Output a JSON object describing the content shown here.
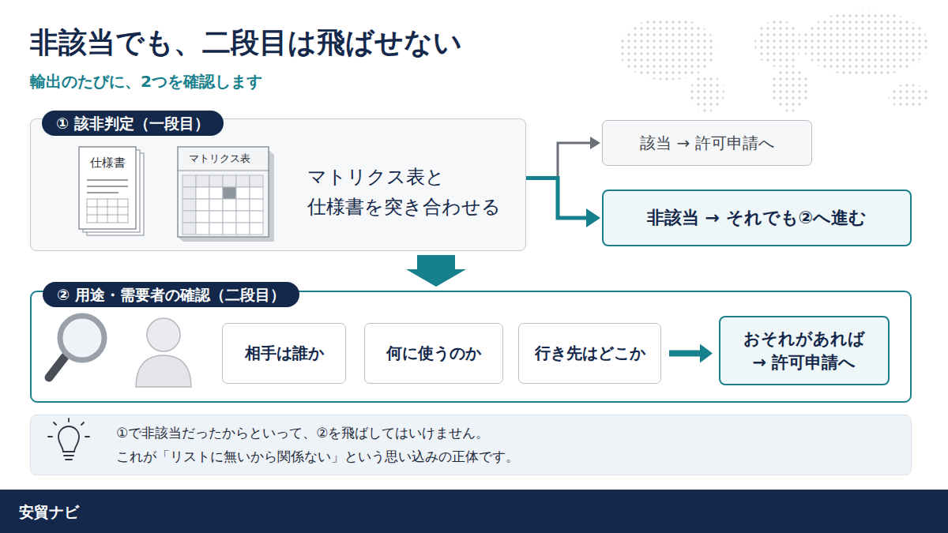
{
  "diagram": {
    "title": "非該当でも、二段目は飛ばせない",
    "nodes": [
      {
        "text": [
          "① 該非判定（一段目）",
          "マトリクス表と 仕様書を突き合わせる"
        ]
      },
      {
        "text": [
          "該当 → 許可申請へ"
        ]
      },
      {
        "text": [
          "非該当 → それでも②へ進む"
        ]
      },
      {
        "text": [
          "② 用途・需要者の確認（二段目）"
        ]
      },
      {
        "text": [
          "相手は誰か"
        ],
        "in": 3
      },
      {
        "text": [
          "何に使うのか"
        ],
        "in": 3
      },
      {
        "text": [
          "行き先はどこか"
        ],
        "in": 3
      },
      {
        "text": [
          "おそれがあれば → 許可申請へ"
        ],
        "in": 3
      },
      {
        "text": [
          "①で非該当だったからといって、②を飛ばしてはいけません。",
          "これが「リストに無いから関係ない」という思い込みの正体です。"
        ]
      }
    ],
    "edges": [
      {
        "from": 0,
        "to": 1,
        "arrow": "to"
      },
      {
        "from": 0,
        "to": 2,
        "arrow": "to"
      },
      {
        "from": 0,
        "to": 3,
        "arrow": "to"
      },
      {
        "from": 6,
        "to": 7,
        "arrow": "to"
      }
    ],
    "labels": [
      "輸出のたびに、2つを確認します",
      "仕様書",
      "マトリクス表",
      "安貿ナビ"
    ]
  }
}
